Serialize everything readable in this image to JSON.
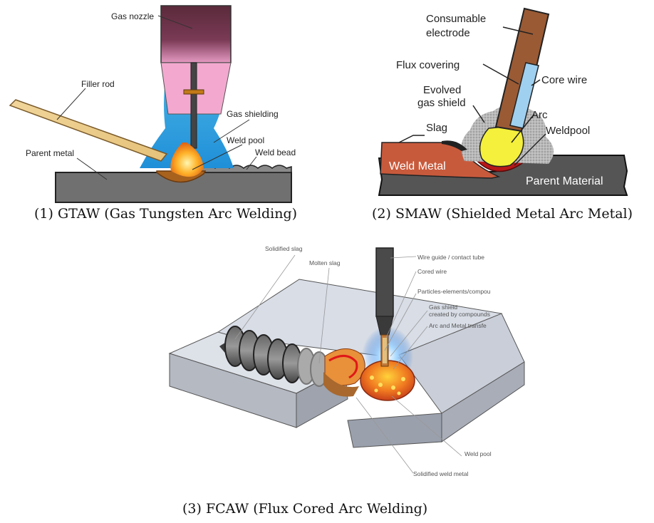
{
  "gtaw": {
    "caption": "(1) GTAW (Gas Tungsten Arc Welding)",
    "labels": {
      "gas_nozzle": "Gas nozzle",
      "filler_rod": "Filler rod",
      "gas_shielding": "Gas shielding",
      "parent_metal": "Parent metal",
      "weld_pool": "Weld pool",
      "weld_bead": "Weld bead"
    }
  },
  "smaw": {
    "caption": "(2) SMAW (Shielded Metal Arc Metal)",
    "labels": {
      "consumable_1": "Consumable",
      "consumable_2": "electrode",
      "flux_covering": "Flux covering",
      "core_wire": "Core wire",
      "evolved_1": "Evolved",
      "evolved_2": "gas shield",
      "arc": "Arc",
      "slag": "Slag",
      "weldpool": "Weldpool",
      "weld_metal": "Weld Metal",
      "parent_material": "Parent Material"
    }
  },
  "fcaw": {
    "caption": "(3) FCAW (Flux Cored Arc Welding)",
    "labels": {
      "solidified_slag": "Solidified slag",
      "molten_slag": "Molten slag",
      "wire_guide": "Wire guide / contact tube",
      "cored_wire": "Cored wire",
      "particles": "Particles-elements/compou",
      "gas_shield_1": "Gas shield",
      "gas_shield_2": "created by compounds",
      "arc_transfer": "Arc and Metal transfe",
      "weld_pool": "Weld pool",
      "solidified_weld": "Solidified weld metal"
    }
  }
}
